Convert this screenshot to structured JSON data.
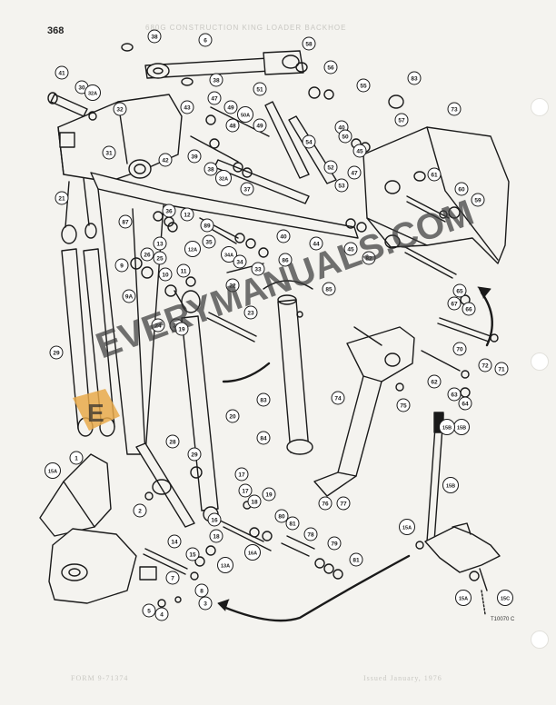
{
  "page": {
    "number": "368"
  },
  "header_faint": "680G CONSTRUCTION KING LOADER BACKHOE",
  "footer": {
    "left": "FORM 9-71374",
    "right": "Issued January, 1976"
  },
  "drawing_code": "T10070 C",
  "watermark": {
    "text": "EVERYMANUALS.COM",
    "logo_letter": "E",
    "logo_color": "#e8a94a"
  },
  "colors": {
    "ink": "#1a1a1a",
    "paper": "#f4f3ef",
    "callout_fill": "#ffffff"
  },
  "callouts": [
    {
      "id": "c38a",
      "label": "38"
    },
    {
      "id": "c6",
      "label": "6"
    },
    {
      "id": "c58",
      "label": "58"
    },
    {
      "id": "c56",
      "label": "56"
    },
    {
      "id": "c41",
      "label": "41"
    },
    {
      "id": "c30",
      "label": "30"
    },
    {
      "id": "c32a",
      "label": "32A"
    },
    {
      "id": "c38b",
      "label": "38"
    },
    {
      "id": "c55",
      "label": "55"
    },
    {
      "id": "c83",
      "label": "83"
    },
    {
      "id": "c32",
      "label": "32"
    },
    {
      "id": "c43",
      "label": "43"
    },
    {
      "id": "c47",
      "label": "47"
    },
    {
      "id": "c51",
      "label": "51"
    },
    {
      "id": "c49a",
      "label": "49"
    },
    {
      "id": "c50a",
      "label": "50A"
    },
    {
      "id": "c57",
      "label": "57"
    },
    {
      "id": "c73",
      "label": "73"
    },
    {
      "id": "c48",
      "label": "48"
    },
    {
      "id": "c49b",
      "label": "49"
    },
    {
      "id": "c31",
      "label": "31"
    },
    {
      "id": "c39",
      "label": "39"
    },
    {
      "id": "c38c",
      "label": "38"
    },
    {
      "id": "c40",
      "label": "40"
    },
    {
      "id": "c50",
      "label": "50"
    },
    {
      "id": "c54",
      "label": "54"
    },
    {
      "id": "c45",
      "label": "45"
    },
    {
      "id": "c52",
      "label": "52"
    },
    {
      "id": "c53",
      "label": "53"
    },
    {
      "id": "c47b",
      "label": "47"
    },
    {
      "id": "c42",
      "label": "42"
    },
    {
      "id": "c32b",
      "label": "32A"
    },
    {
      "id": "c37",
      "label": "37"
    },
    {
      "id": "c61",
      "label": "61"
    },
    {
      "id": "c60",
      "label": "60"
    },
    {
      "id": "c59",
      "label": "59"
    },
    {
      "id": "c21",
      "label": "21"
    },
    {
      "id": "c87",
      "label": "87"
    },
    {
      "id": "c36",
      "label": "36"
    },
    {
      "id": "c12",
      "label": "12"
    },
    {
      "id": "c89",
      "label": "89"
    },
    {
      "id": "c44",
      "label": "44"
    },
    {
      "id": "c13",
      "label": "13"
    },
    {
      "id": "c35",
      "label": "35"
    },
    {
      "id": "c12a",
      "label": "12A"
    },
    {
      "id": "c45b",
      "label": "45"
    },
    {
      "id": "c82",
      "label": "82"
    },
    {
      "id": "c40b",
      "label": "40"
    },
    {
      "id": "c26",
      "label": "26"
    },
    {
      "id": "c25",
      "label": "25"
    },
    {
      "id": "c34a",
      "label": "34A"
    },
    {
      "id": "c34",
      "label": "34"
    },
    {
      "id": "c33",
      "label": "33"
    },
    {
      "id": "c86",
      "label": "86"
    },
    {
      "id": "c65",
      "label": "65"
    },
    {
      "id": "c66",
      "label": "66"
    },
    {
      "id": "c9",
      "label": "9"
    },
    {
      "id": "c10",
      "label": "10"
    },
    {
      "id": "c11",
      "label": "11"
    },
    {
      "id": "c22",
      "label": "22"
    },
    {
      "id": "c9a",
      "label": "9A"
    },
    {
      "id": "c85",
      "label": "85"
    },
    {
      "id": "c27",
      "label": "27"
    },
    {
      "id": "c67",
      "label": "67"
    },
    {
      "id": "c24",
      "label": "24"
    },
    {
      "id": "c19",
      "label": "19"
    },
    {
      "id": "c23",
      "label": "23"
    },
    {
      "id": "c70",
      "label": "70"
    },
    {
      "id": "c29",
      "label": "29"
    },
    {
      "id": "c72",
      "label": "72"
    },
    {
      "id": "c71",
      "label": "71"
    },
    {
      "id": "c62",
      "label": "62"
    },
    {
      "id": "c64",
      "label": "64"
    },
    {
      "id": "c74",
      "label": "74"
    },
    {
      "id": "c83b",
      "label": "83"
    },
    {
      "id": "c63",
      "label": "63"
    },
    {
      "id": "c75",
      "label": "75"
    },
    {
      "id": "c20",
      "label": "20"
    },
    {
      "id": "c15b",
      "label": "15B"
    },
    {
      "id": "c28",
      "label": "28"
    },
    {
      "id": "c84",
      "label": "84"
    },
    {
      "id": "c15a",
      "label": "15A"
    },
    {
      "id": "c1",
      "label": "1"
    },
    {
      "id": "c29b",
      "label": "29"
    },
    {
      "id": "c17",
      "label": "17"
    },
    {
      "id": "c15b2",
      "label": "15B"
    },
    {
      "id": "c76",
      "label": "76"
    },
    {
      "id": "c77",
      "label": "77"
    },
    {
      "id": "c2",
      "label": "2"
    },
    {
      "id": "c19b",
      "label": "19"
    },
    {
      "id": "c18",
      "label": "18"
    },
    {
      "id": "c80",
      "label": "80"
    },
    {
      "id": "c81",
      "label": "81"
    },
    {
      "id": "c16",
      "label": "16"
    },
    {
      "id": "c78",
      "label": "78"
    },
    {
      "id": "c15a2",
      "label": "15A"
    },
    {
      "id": "c14",
      "label": "14"
    },
    {
      "id": "c18b",
      "label": "18"
    },
    {
      "id": "c16a",
      "label": "16A"
    },
    {
      "id": "c79",
      "label": "79"
    },
    {
      "id": "c81b",
      "label": "81"
    },
    {
      "id": "c13a",
      "label": "13A"
    },
    {
      "id": "c15a3",
      "label": "15A"
    },
    {
      "id": "c15c",
      "label": "15C"
    },
    {
      "id": "c7",
      "label": "7"
    },
    {
      "id": "c8",
      "label": "8"
    },
    {
      "id": "c3",
      "label": "3"
    },
    {
      "id": "c5",
      "label": "5"
    },
    {
      "id": "c4",
      "label": "4"
    },
    {
      "id": "c15",
      "label": "15"
    },
    {
      "id": "c17b",
      "label": "17"
    },
    {
      "id": "c15b3",
      "label": "15B"
    }
  ]
}
